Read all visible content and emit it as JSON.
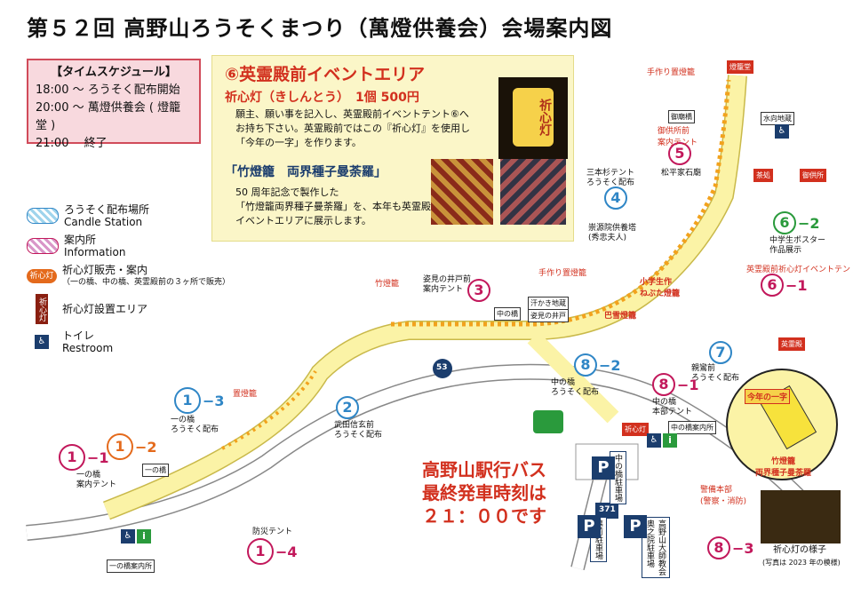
{
  "title": "第５２回 高野山ろうそくまつり（萬燈供養会）会場案内図",
  "schedule": {
    "heading": "【タイムスケジュール】",
    "rows": [
      "18:00 〜 ろうそく配布開始",
      "20:00 〜 萬燈供養会 ( 燈籠堂 )",
      "21:00　 終了"
    ]
  },
  "event_area": {
    "title": "⑥英霊殿前イベントエリア",
    "item1_title": "祈心灯（きしんとう）　1個 500円",
    "item1_lines": [
      "願主、願い事を記入し、英霊殿前イベントテント⑥へ",
      "お持ち下さい。英霊殿前ではこの『祈心灯』を使用し",
      "「今年の一字」を作ります。"
    ],
    "item2_title": "「竹燈籠　両界種子曼荼羅」",
    "item2_lines": [
      "50 周年記念で製作した",
      "「竹燈籠両界種子曼荼羅」を、本年も英霊殿前",
      "イベントエリアに展示します。"
    ],
    "lantern_text": "祈心灯"
  },
  "legend": {
    "candle_jp": "ろうそく配布場所",
    "candle_en": "Candle Station",
    "info_jp": "案内所",
    "info_en": "Information",
    "kishinto_sale": "祈心灯販売・案内",
    "kishinto_sale_note": "（一の橋、中の橋、英霊殿前の３ヶ所で販売）",
    "kishinto_badge": "祈心灯",
    "kishinto_area": "祈心灯設置エリア",
    "kishinto_area_badge": "祈心灯",
    "toilet_jp": "トイレ",
    "toilet_en": "Restroom"
  },
  "colors": {
    "road": "#fbf3a6",
    "lantern": "#f2a21d",
    "accent_red": "#d2301e",
    "candle": "#9fd4ec",
    "info": "#d996c8",
    "ring_red": "#c2185b",
    "ring_blue": "#2f86c6",
    "ring_green": "#2a9a3c",
    "ring_orange": "#e46a1c"
  },
  "markers": [
    {
      "num": "1",
      "suffix": "−1",
      "color": "red",
      "label": "一の橋\n案内テント"
    },
    {
      "num": "1",
      "suffix": "−2",
      "color": "orange",
      "label": ""
    },
    {
      "num": "1",
      "suffix": "−3",
      "color": "blue",
      "label": "一の橋\nろうそく配布"
    },
    {
      "num": "1",
      "suffix": "−4",
      "color": "red",
      "label": "防災テント"
    },
    {
      "num": "2",
      "suffix": "",
      "color": "blue",
      "label": "武田信玄前\nろうそく配布"
    },
    {
      "num": "3",
      "suffix": "",
      "color": "red",
      "label": "姿見の井戸前\n案内テント"
    },
    {
      "num": "4",
      "suffix": "",
      "color": "blue",
      "label": "三本杉テント\nろうそく配布"
    },
    {
      "num": "5",
      "suffix": "",
      "color": "red",
      "label": "御供所前\n案内テント"
    },
    {
      "num": "6",
      "suffix": "−1",
      "color": "red",
      "label": "英霊殿前祈心灯イベントテント"
    },
    {
      "num": "6",
      "suffix": "−2",
      "color": "green",
      "label": "中学生ポスター\n作品展示"
    },
    {
      "num": "7",
      "suffix": "",
      "color": "blue",
      "label": "親鸞前\nろうそく配布"
    },
    {
      "num": "8",
      "suffix": "−1",
      "color": "red",
      "label": "中の橋\n本部テント"
    },
    {
      "num": "8",
      "suffix": "−2",
      "color": "blue",
      "label": "中の橋\nろうそく配布"
    },
    {
      "num": "8",
      "suffix": "−3",
      "color": "red",
      "label": ""
    }
  ],
  "places": {
    "handmade1": "手作り置燈籠",
    "handmade2": "手作り置燈籠",
    "bamboo": "竹燈籠",
    "placed": "置燈籠",
    "toro_do": "燈籠堂",
    "gobyo_bridge": "御廟橋",
    "mizumuke": "水向地蔵",
    "matsudaira": "松平家石廟",
    "chaba": "茶処",
    "gokusho": "御供所",
    "sudeinkai": "崇源院供養塔\n(秀忠夫人)",
    "naka_bridge": "中の橋",
    "asekaki": "汗かき地蔵",
    "sugata": "姿見の井戸",
    "shogakusei": "小学生作\nねぶた燈籠",
    "hanagasa": "巴雪燈籠",
    "eireiden": "英霊殿",
    "ichi_bridge": "一の橋",
    "naka_info": "中の橋案内所",
    "ichi_info": "一の橋案内所",
    "parking": "中の橋駐車場",
    "parking2": "墓前駐車場",
    "parking3": "高野山大師教会\n奥之院駐車場",
    "hq": "警備本部\n(警察・消防)",
    "kishin_badge": "祈心灯",
    "zone_kanji": "今年の一字",
    "zone_caption": "竹燈籠\n両界種子曼荼羅",
    "photo_caption": "祈心灯の様子",
    "photo_note": "(写真は 2023 年の模様)",
    "route53": "53",
    "route371": "371"
  },
  "bus": {
    "lines": [
      "高野山駅行バス",
      "最終発車時刻は",
      "２１：００です"
    ]
  }
}
